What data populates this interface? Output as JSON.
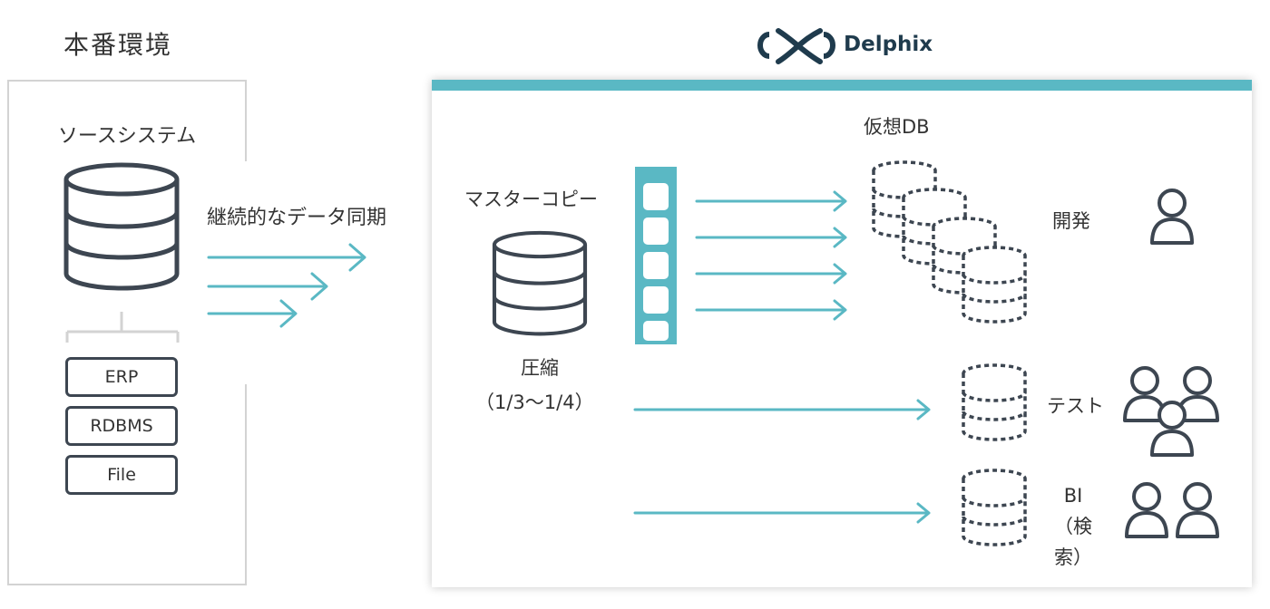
{
  "production": {
    "title": "本番環境",
    "source_label": "ソースシステム",
    "items": [
      "ERP",
      "RDBMS",
      "File"
    ]
  },
  "sync_label": "継続的なデータ同期",
  "delphix": {
    "brand": "Delphix",
    "master_copy_label": "マスターコピー",
    "compression_label": "圧縮",
    "compression_ratio": "（1/3〜1/4）",
    "virtual_db_label": "仮想DB",
    "targets": {
      "dev": "開発",
      "test": "テスト",
      "bi": "BI",
      "bi_sub": "（検索）"
    }
  },
  "colors": {
    "accent": "#5ab8c4",
    "icon": "#3d4651",
    "frame": "#d3d3d3",
    "logo": "#1f3b4d"
  },
  "icons": [
    "database-icon",
    "arrow-icon",
    "snapshot-film-icon",
    "virtual-database-icon",
    "user-icon",
    "delphix-logo-icon"
  ]
}
